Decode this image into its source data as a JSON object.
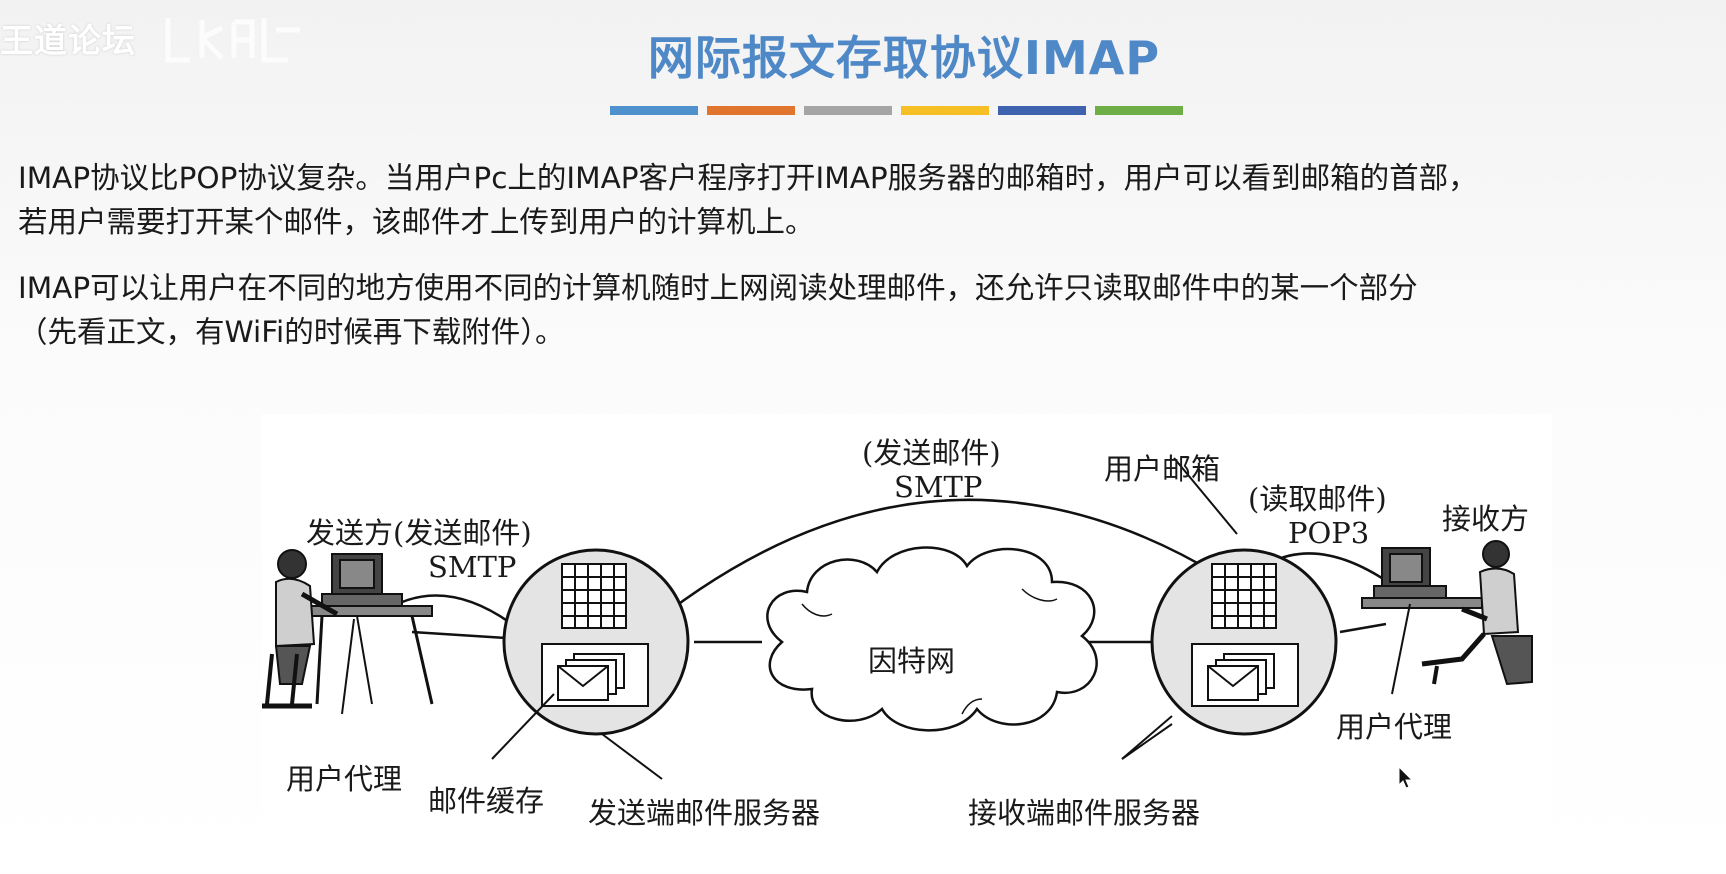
{
  "watermark": {
    "text": "王道论坛"
  },
  "slide": {
    "title": "网际报文存取协议IMAP",
    "title_color": "#4e88c7",
    "bar_colors": [
      "#4f91cd",
      "#e2752d",
      "#a5a5a5",
      "#f5bf25",
      "#3f62ae",
      "#6fad46"
    ]
  },
  "body": {
    "para1_line1": "IMAP协议比POP协议复杂。当用户Pc上的IMAP客户程序打开IMAP服务器的邮箱时，用户可以看到邮箱的首部，",
    "para1_line2": "若用户需要打开某个邮件，该邮件才上传到用户的计算机上。",
    "para2_line1": "IMAP可以让用户在不同的地方使用不同的计算机随时上网阅读处理邮件，还允许只读取邮件中的某一个部分",
    "para2_line2": "（先看正文，有WiFi的时候再下载附件）。"
  },
  "diagram": {
    "sender_label": "发送方(发送邮件)",
    "sender_protocol": "SMTP",
    "middle_label": "(发送邮件)",
    "middle_protocol": "SMTP",
    "mailbox_label": "用户邮箱",
    "read_label": "(读取邮件)",
    "read_protocol": "POP3",
    "receiver_label": "接收方",
    "internet_label": "因特网",
    "user_agent_left": "用户代理",
    "mail_cache": "邮件缓存",
    "send_server": "发送端邮件服务器",
    "recv_server": "接收端邮件服务器",
    "user_agent_right": "用户代理"
  }
}
